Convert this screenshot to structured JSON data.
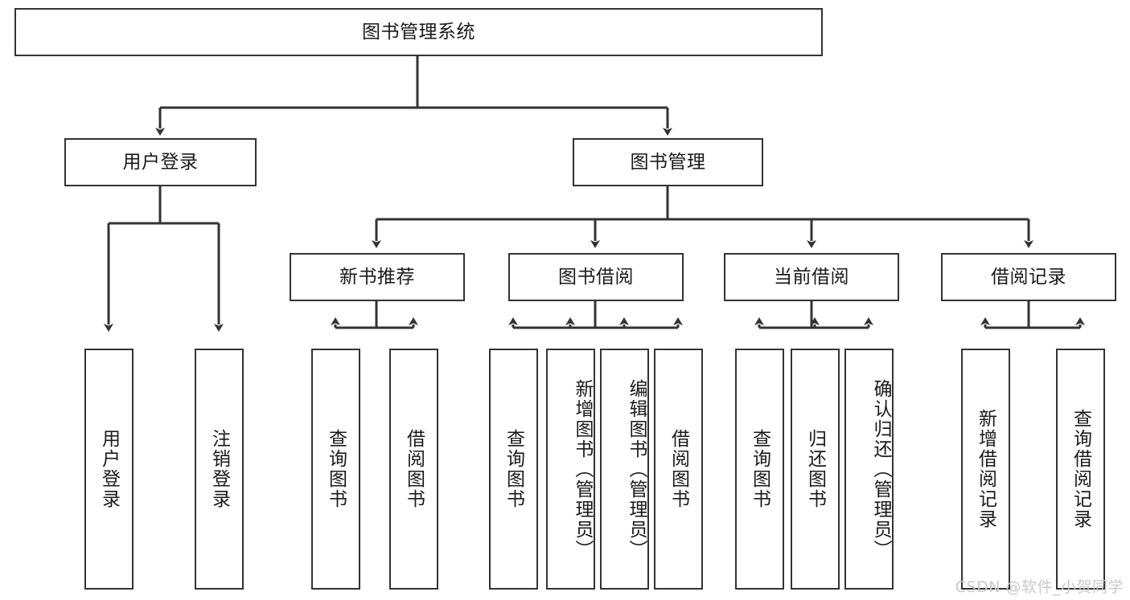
{
  "diagram": {
    "title": "图书管理系统",
    "watermark": "CSDN @软件_小贺同学",
    "colors": {
      "line": "#333333",
      "box_border": "#333333",
      "box_fill": "#ffffff",
      "text": "#1a1a1a",
      "watermark": "#c9c9c9"
    },
    "root": {
      "label": "图书管理系统"
    },
    "level1": [
      {
        "label": "用户登录"
      },
      {
        "label": "图书管理"
      }
    ],
    "level2": [
      {
        "label": "新书推荐"
      },
      {
        "label": "图书借阅"
      },
      {
        "label": "当前借阅"
      },
      {
        "label": "借阅记录"
      }
    ],
    "leaves": {
      "user_login": [
        {
          "label": "用户登录"
        },
        {
          "label": "注销登录"
        }
      ],
      "new_book_recommend": [
        {
          "label": "查询图书"
        },
        {
          "label": "借阅图书"
        }
      ],
      "book_borrow": [
        {
          "label": "查询图书"
        },
        {
          "label": "新增图书（管理员）"
        },
        {
          "label": "编辑图书（管理员）"
        },
        {
          "label": "借阅图书"
        }
      ],
      "current_borrow": [
        {
          "label": "查询图书"
        },
        {
          "label": "归还图书"
        },
        {
          "label": "确认归还（管理员）"
        }
      ],
      "borrow_records": [
        {
          "label": "新增借阅记录"
        },
        {
          "label": "查询借阅记录"
        }
      ]
    }
  }
}
